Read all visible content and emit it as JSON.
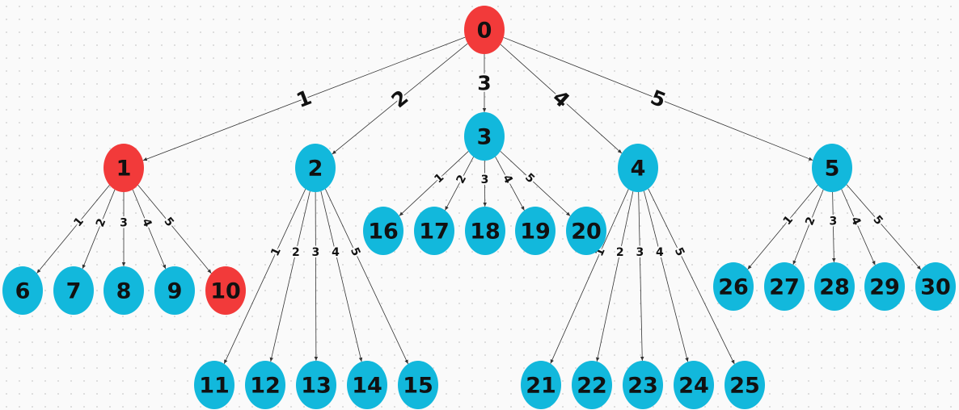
{
  "colors": {
    "highlight": "#f23a3a",
    "default": "#12b8dc",
    "text": "#111111",
    "highlight_text": "#f23a3a"
  },
  "nodes": [
    {
      "id": "0",
      "label": "0",
      "highlight": true
    },
    {
      "id": "1",
      "label": "1",
      "highlight": true
    },
    {
      "id": "2",
      "label": "2",
      "highlight": false
    },
    {
      "id": "3",
      "label": "3",
      "highlight": false
    },
    {
      "id": "4",
      "label": "4",
      "highlight": false
    },
    {
      "id": "5",
      "label": "5",
      "highlight": false
    },
    {
      "id": "6",
      "label": "6",
      "highlight": false
    },
    {
      "id": "7",
      "label": "7",
      "highlight": false
    },
    {
      "id": "8",
      "label": "8",
      "highlight": false
    },
    {
      "id": "9",
      "label": "9",
      "highlight": false
    },
    {
      "id": "10",
      "label": "10",
      "highlight": true
    },
    {
      "id": "11",
      "label": "11",
      "highlight": false
    },
    {
      "id": "12",
      "label": "12",
      "highlight": false
    },
    {
      "id": "13",
      "label": "13",
      "highlight": false
    },
    {
      "id": "14",
      "label": "14",
      "highlight": false
    },
    {
      "id": "15",
      "label": "15",
      "highlight": false
    },
    {
      "id": "16",
      "label": "16",
      "highlight": false
    },
    {
      "id": "17",
      "label": "17",
      "highlight": false
    },
    {
      "id": "18",
      "label": "18",
      "highlight": false
    },
    {
      "id": "19",
      "label": "19",
      "highlight": false
    },
    {
      "id": "20",
      "label": "20",
      "highlight": false
    },
    {
      "id": "21",
      "label": "21",
      "highlight": false
    },
    {
      "id": "22",
      "label": "22",
      "highlight": false
    },
    {
      "id": "23",
      "label": "23",
      "highlight": false
    },
    {
      "id": "24",
      "label": "24",
      "highlight": false
    },
    {
      "id": "25",
      "label": "25",
      "highlight": false
    },
    {
      "id": "26",
      "label": "26",
      "highlight": false
    },
    {
      "id": "27",
      "label": "27",
      "highlight": false
    },
    {
      "id": "28",
      "label": "28",
      "highlight": false
    },
    {
      "id": "29",
      "label": "29",
      "highlight": false
    },
    {
      "id": "30",
      "label": "30",
      "highlight": false
    }
  ],
  "edges": [
    {
      "from": "0",
      "to": "1",
      "label": "1",
      "highlight": true
    },
    {
      "from": "0",
      "to": "2",
      "label": "2",
      "highlight": false
    },
    {
      "from": "0",
      "to": "3",
      "label": "3",
      "highlight": false
    },
    {
      "from": "0",
      "to": "4",
      "label": "4",
      "highlight": false
    },
    {
      "from": "0",
      "to": "5",
      "label": "5",
      "highlight": false
    },
    {
      "from": "1",
      "to": "6",
      "label": "1",
      "highlight": false
    },
    {
      "from": "1",
      "to": "7",
      "label": "2",
      "highlight": false
    },
    {
      "from": "1",
      "to": "8",
      "label": "3",
      "highlight": false
    },
    {
      "from": "1",
      "to": "9",
      "label": "4",
      "highlight": false
    },
    {
      "from": "1",
      "to": "10",
      "label": "5",
      "highlight": true
    },
    {
      "from": "2",
      "to": "11",
      "label": "1",
      "highlight": false
    },
    {
      "from": "2",
      "to": "12",
      "label": "2",
      "highlight": false
    },
    {
      "from": "2",
      "to": "13",
      "label": "3",
      "highlight": false
    },
    {
      "from": "2",
      "to": "14",
      "label": "4",
      "highlight": false
    },
    {
      "from": "2",
      "to": "15",
      "label": "5",
      "highlight": false
    },
    {
      "from": "3",
      "to": "16",
      "label": "1",
      "highlight": false
    },
    {
      "from": "3",
      "to": "17",
      "label": "2",
      "highlight": false
    },
    {
      "from": "3",
      "to": "18",
      "label": "3",
      "highlight": false
    },
    {
      "from": "3",
      "to": "19",
      "label": "4",
      "highlight": false
    },
    {
      "from": "3",
      "to": "20",
      "label": "5",
      "highlight": false
    },
    {
      "from": "4",
      "to": "21",
      "label": "1",
      "highlight": false
    },
    {
      "from": "4",
      "to": "22",
      "label": "2",
      "highlight": false
    },
    {
      "from": "4",
      "to": "23",
      "label": "3",
      "highlight": false
    },
    {
      "from": "4",
      "to": "24",
      "label": "4",
      "highlight": false
    },
    {
      "from": "4",
      "to": "25",
      "label": "5",
      "highlight": false
    },
    {
      "from": "5",
      "to": "26",
      "label": "1",
      "highlight": false
    },
    {
      "from": "5",
      "to": "27",
      "label": "2",
      "highlight": false
    },
    {
      "from": "5",
      "to": "28",
      "label": "3",
      "highlight": false
    },
    {
      "from": "5",
      "to": "29",
      "label": "4",
      "highlight": false
    },
    {
      "from": "5",
      "to": "30",
      "label": "5",
      "highlight": false
    }
  ]
}
